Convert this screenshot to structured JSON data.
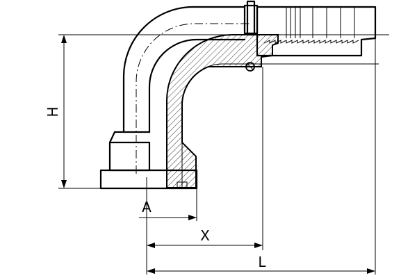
{
  "diagram": {
    "dimension_labels": {
      "height": "H",
      "flange_offset": "A",
      "center_offset": "X",
      "overall_length": "L"
    }
  }
}
